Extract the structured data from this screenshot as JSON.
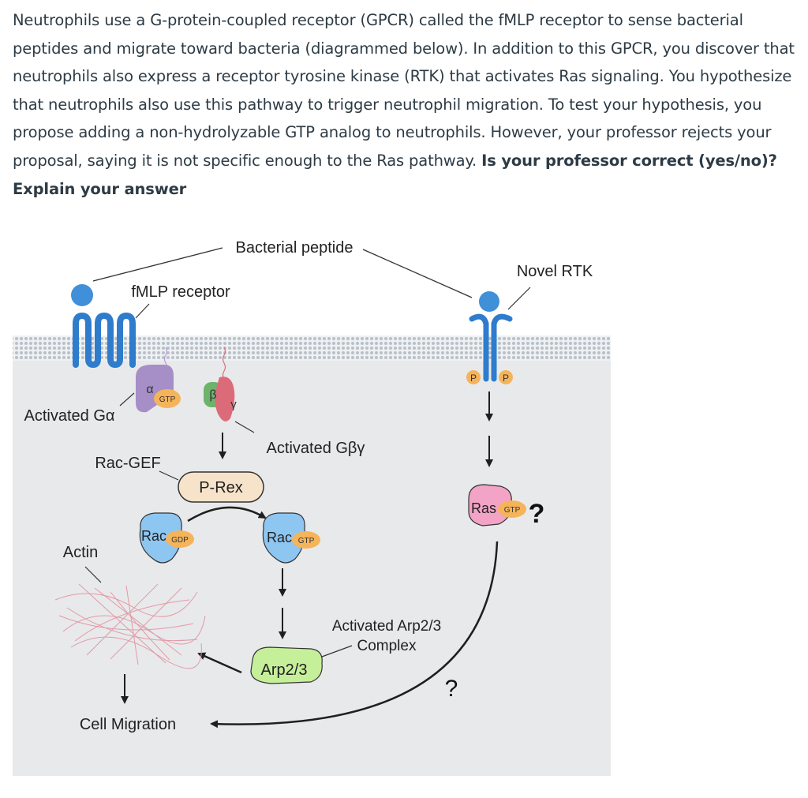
{
  "question": {
    "text": "Neutrophils use a G-protein-coupled receptor (GPCR) called the fMLP receptor to sense bacterial peptides and migrate toward bacteria (diagrammed below). In addition to this GPCR, you discover that neutrophils also express a receptor tyrosine kinase (RTK) that activates Ras signaling. You hypothesize that neutrophils also use this pathway to trigger neutrophil migration. To test your hypothesis, you propose adding a non-hydrolyzable GTP analog to neutrophils. However, your professor rejects your proposal, saying it is not specific enough to the Ras pathway.",
    "bold_text": "Is your professor correct (yes/no)? Explain your answer"
  },
  "diagram": {
    "bacterial_peptide": "Bacterial peptide",
    "fmlp_receptor": "fMLP receptor",
    "novel_rtk": "Novel RTK",
    "activated_g_alpha": "Activated Gα",
    "alpha_symbol": "α",
    "beta_symbol": "β",
    "gamma_symbol": "γ",
    "gtp": "GTP",
    "gdp": "GDP",
    "activated_gbg": "Activated Gβγ",
    "rac_gef": "Rac-GEF",
    "p_rex": "P-Rex",
    "rac": "Rac",
    "ras": "Ras",
    "actin": "Actin",
    "activated_arp23_line1": "Activated Arp2/3",
    "activated_arp23_line2": "Complex",
    "arp23": "Arp2/3",
    "cell_migration": "Cell Migration",
    "p": "P",
    "question_mark": "?",
    "colors": {
      "cytoplasm": "#e8e9eb",
      "membrane": "#b4bac2",
      "receptor_blue": "#3f8fd9",
      "g_alpha_purple": "#a68ec6",
      "g_beta_green": "#6db36a",
      "g_gamma_red": "#dc6b79",
      "gtp_orange": "#f5b45a",
      "rac_blue": "#8ec6f2",
      "ras_pink": "#f3a3c6",
      "arp_green": "#c6ef9a",
      "prex_beige": "#f7e3c9",
      "actin_pink": "#e39aa6"
    }
  }
}
